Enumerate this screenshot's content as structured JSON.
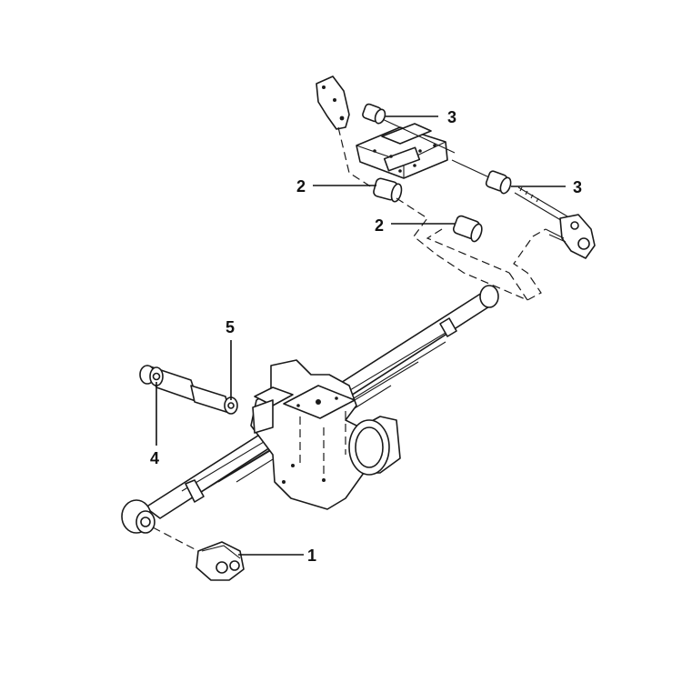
{
  "callouts": [
    {
      "id": "c3a",
      "label": "3"
    },
    {
      "id": "c3b",
      "label": "3"
    },
    {
      "id": "c2a",
      "label": "2"
    },
    {
      "id": "c2b",
      "label": "2"
    },
    {
      "id": "c5",
      "label": "5"
    },
    {
      "id": "c4",
      "label": "4"
    },
    {
      "id": "c1",
      "label": "1"
    }
  ]
}
